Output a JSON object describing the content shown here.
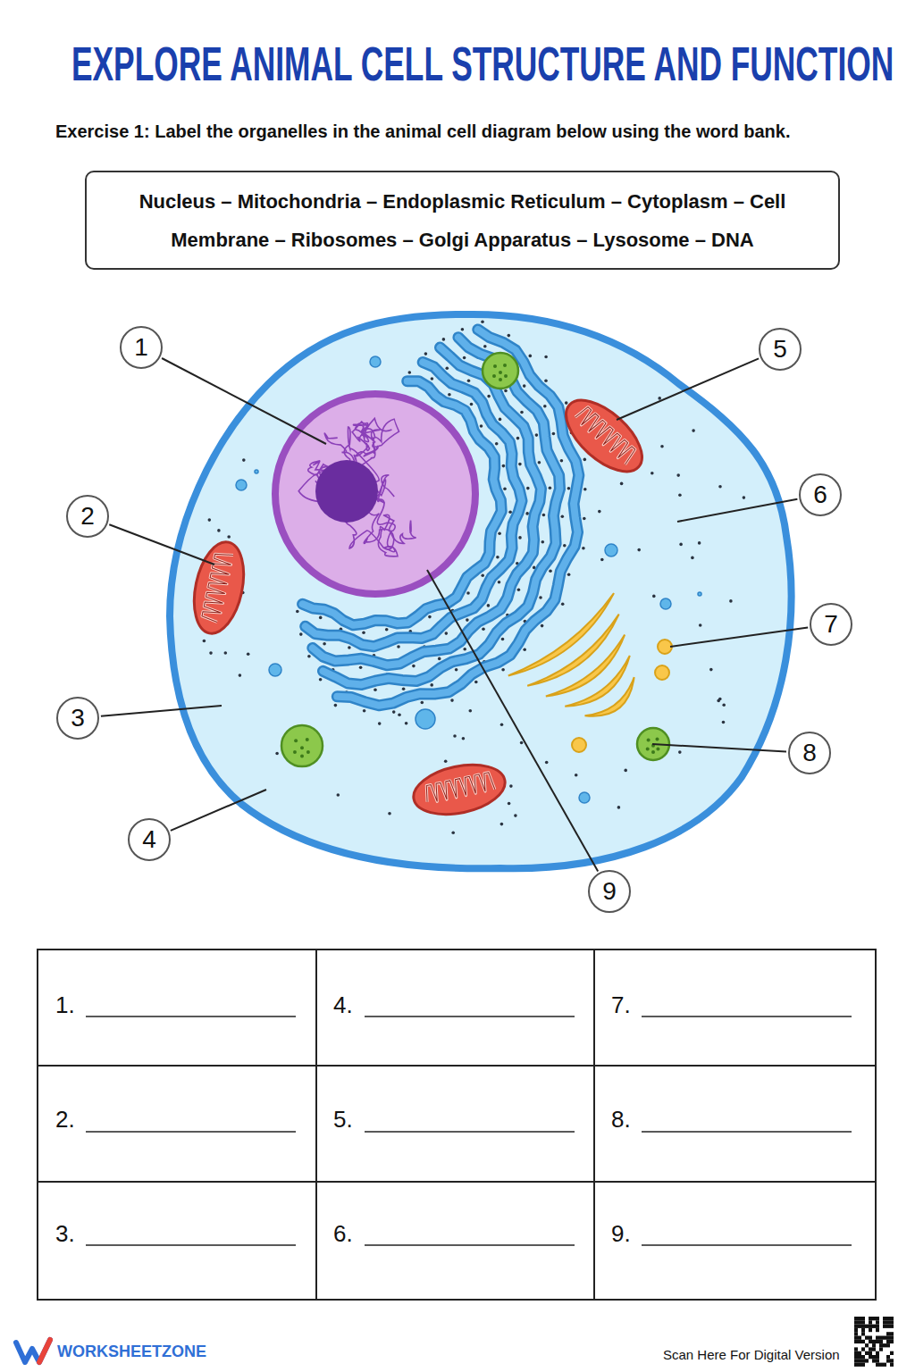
{
  "diagram": {
    "title": "EXPLORE ANIMAL CELL STRUCTURE AND FUNCTION",
    "nodes": [
      {
        "text": [
          "Nucleus – Mitochondria – Endoplasmic Reticulum – Cytoplasm – Cell Membrane – Ribosomes – Golgi Apparatus – Lysosome – DNA"
        ]
      },
      {
        "text": [
          "1"
        ]
      },
      {
        "text": [
          "5"
        ]
      },
      {
        "text": [
          "6"
        ]
      },
      {
        "text": [
          "2"
        ]
      },
      {
        "text": [
          "7"
        ]
      },
      {
        "text": [
          "3"
        ]
      },
      {
        "text": [
          "8"
        ]
      },
      {
        "text": [
          "4"
        ]
      },
      {
        "text": [
          "9"
        ]
      }
    ],
    "labels": [
      "Exercise 1: Label the organelles in the animal cell diagram below using the word bank.",
      "1.",
      "4.",
      "7.",
      "2.",
      "5.",
      "8.",
      "3.",
      "6.",
      "9.",
      "WORKSHEETZONE",
      "Scan Here For Digital Version"
    ]
  }
}
